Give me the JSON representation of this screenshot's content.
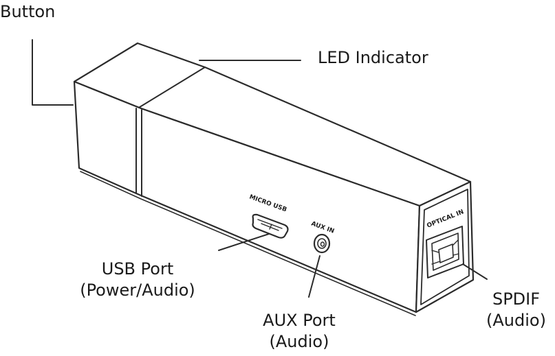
{
  "labels": {
    "button": "Button",
    "led_indicator": "LED Indicator",
    "usb_port_line1": "USB Port",
    "usb_port_line2": "(Power/Audio)",
    "aux_port_line1": "AUX Port",
    "aux_port_line2": "(Audio)",
    "spdif_line1": "SPDIF",
    "spdif_line2": "(Audio)"
  },
  "device_markings": {
    "micro_usb": "MICRO USB",
    "aux_in": "AUX IN",
    "optical_in": "OPTICAL IN"
  },
  "colors": {
    "line": "#2b2b2b",
    "body_fill": "#ffffff",
    "text": "#1a1a1a"
  }
}
